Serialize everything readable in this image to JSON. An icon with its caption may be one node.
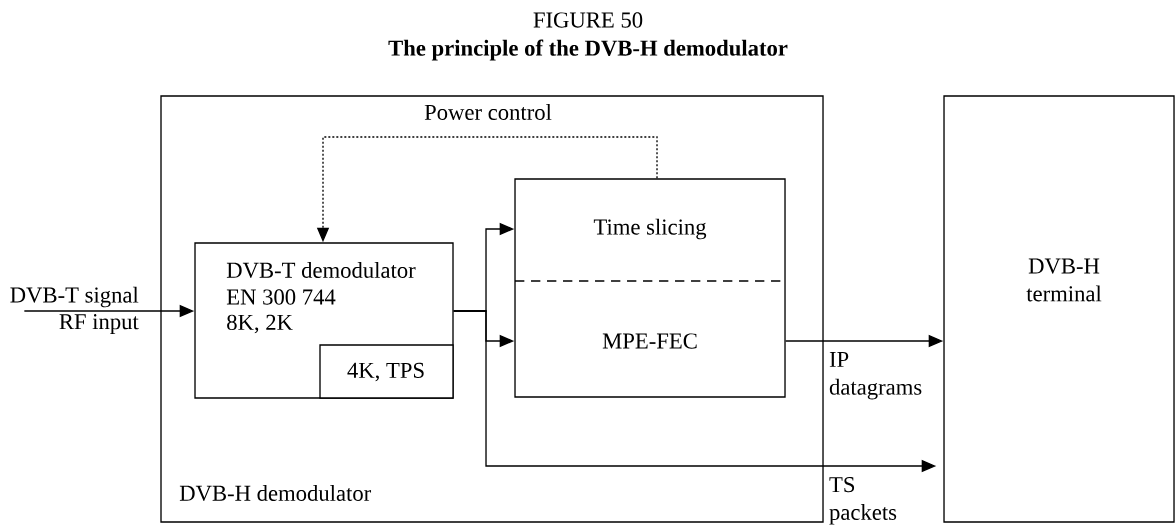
{
  "diagram": {
    "title": "FIGURE 50",
    "caption": "The principle of the DVB-H demodulator",
    "nodes": [
      {
        "text": [
          "DVB-H demodulator"
        ]
      },
      {
        "text": [
          "DVB-T demodulator",
          "EN 300 744",
          "8K, 2K"
        ],
        "in": 0
      },
      {
        "text": [
          "4K, TPS"
        ],
        "in": 1
      },
      {
        "text": [
          "Time slicing",
          "MPE-FEC"
        ],
        "in": 0
      },
      {
        "text": [
          "DVB-H terminal"
        ]
      },
      {
        "text": [
          "DVB-T signal",
          "RF input"
        ]
      }
    ],
    "edges": [
      {
        "from": 5,
        "to": 1,
        "arrow": "to"
      },
      {
        "from": 1,
        "to": 3,
        "arrow": "to"
      },
      {
        "from": 1,
        "to": 3,
        "arrow": "to"
      },
      {
        "from": 1,
        "to": 4,
        "arrow": "to",
        "label": "TS packets"
      },
      {
        "from": 3,
        "to": 4,
        "arrow": "to",
        "label": "IP datagrams"
      },
      {
        "from": 3,
        "to": 1,
        "arrow": "to",
        "style": "dashed",
        "label": "Power control"
      }
    ]
  }
}
